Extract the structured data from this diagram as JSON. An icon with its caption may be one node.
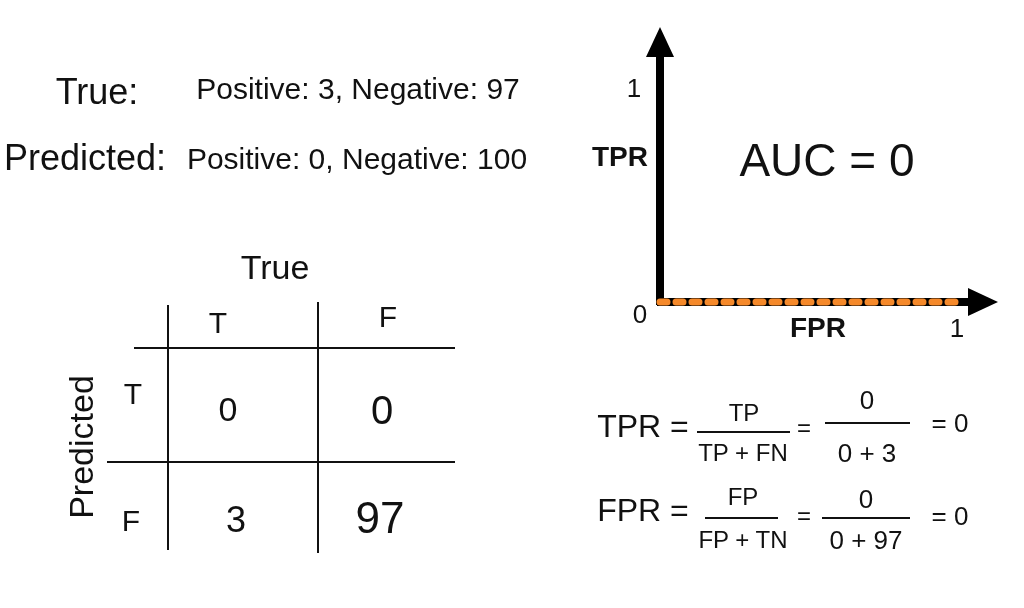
{
  "diagram": {
    "labels": [
      "True:",
      "Positive: 3, Negative: 97",
      "1",
      "Predicted:",
      "Positive: 0, Negative: 100",
      "TPR",
      "AUC = 0",
      "True",
      "0",
      "T",
      "F",
      "FPR",
      "1",
      "Predicted",
      "T",
      "0",
      "0",
      "F",
      "3",
      "97",
      "TPR =",
      "TP",
      "TP + FN",
      "=",
      "0",
      "0 + 3",
      "= 0",
      "FPR =",
      "FP",
      "FP + TN",
      "=",
      "0",
      "0 + 97",
      "= 0"
    ]
  }
}
